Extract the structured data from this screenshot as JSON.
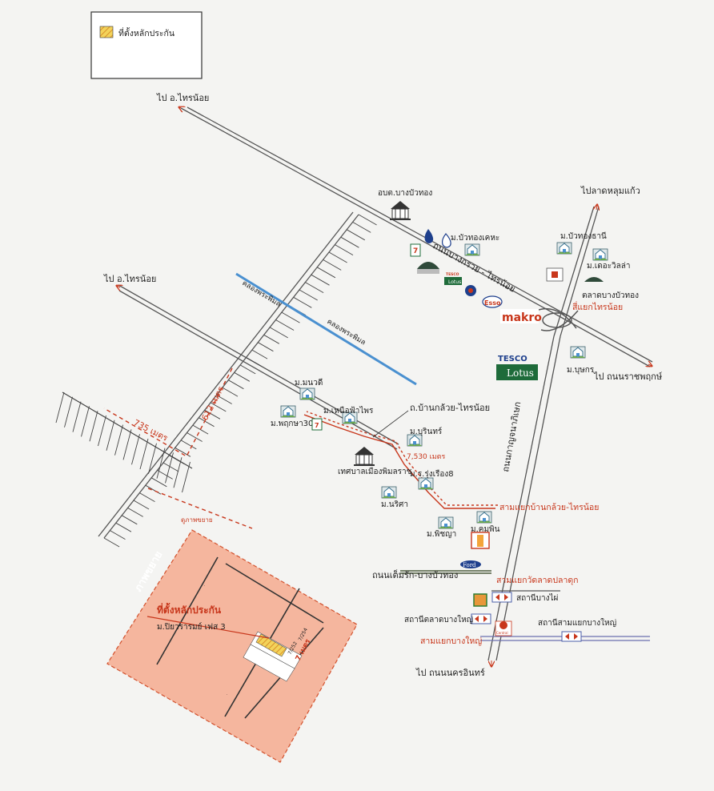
{
  "legend": {
    "label": "ที่ตั้งหลักประกัน",
    "swatch_color": "#e8c64a"
  },
  "colors": {
    "road": "#555555",
    "red_route": "#c8371c",
    "canal": "#4a90d0",
    "inset_fill": "#f5b69e",
    "inset_border": "#d2512d"
  },
  "roads": {
    "to_sainoi_top": "ไป อ.ไทรน้อย",
    "to_sainoi_left": "ไป อ.ไทรน้อย",
    "to_lat_lum_kaeo": "ไปลาดหลุมแก้ว",
    "to_ratchaphruek": "ไป ถนนราชพฤกษ์",
    "to_nakhon_in": "ไป ถนนนครอินทร์",
    "bang_kruai_sainoi_road": "ถนนบางกรวย - ไทรน้อย",
    "kanchanaphisek_road": "ถนนกาญจนาภิเษก",
    "temruk_bangbuathong_road": "ถนนเต็มรัก-บางบัวทอง",
    "ban_kluai_sainoi_lane": "ถ.บ้านกล้วย-ไทรน้อย",
    "canal_label_1": "คลองพระพิมล",
    "canal_label_2": "คลองพระพิมล"
  },
  "junctions": {
    "sainoi": "สี่แยกไทรน้อย",
    "ban_kluai": "สามแยกบ้านกล้วย-ไทรน้อย",
    "wat_lat_pla_duk": "สามแยกวัดลาดปลาดุก",
    "bang_yai": "สามแยกบางใหญ่"
  },
  "places": {
    "obt_bang_bua_thong": "อบต.บางบัวทอง",
    "municipality": "เทศบาลเมืองพิมลราช",
    "bang_bua_thong_market": "ตลาดบางบัวทอง",
    "m_buathong_kheha": "ม.บัวทองเคหะ",
    "m_buathong_thani": "ม.บัวทองธานี",
    "m_the_villa": "ม.เดอะวิลล่า",
    "m_bua_korn": "ม.บุษกร",
    "m_manawadee": "ม.มนวดี",
    "m_pruksa_30": "ม.พฤกษา30",
    "m_nuanfah_phrai": "ม.เหนือฟ้าไพร",
    "m_boorinthorn": "ม.บุรินทร์",
    "m_rungrueang_8": "ม.ร.รุ่งเรือง8",
    "m_narisa": "ม.นริศา",
    "m_phichaya": "ม.พิชญา",
    "m_kumpawin": "ม.คุมพิน",
    "station_bang_phai": "สถานีบางไผ่",
    "station_talat_bang_yai": "สถานีตลาดบางใหญ่",
    "station_sam_yaek_bang_yai": "สถานีสามแยกบางใหญ่"
  },
  "brands": {
    "makro": "makro",
    "tesco_1": "TESCO",
    "lotus_1": "Lotus",
    "tesco_small": "TESCO",
    "lotus_small": "Lotus",
    "esso": "Esso",
    "ford": "Ford",
    "central": "Central"
  },
  "distances": {
    "d_612": "612 เมตร",
    "d_735": "735 เมตร",
    "d_7530": "7,530 เมตร",
    "d_inset": "7 เมตร"
  },
  "inset": {
    "title": "ภาพขยาย",
    "pin_label": "ที่ตั้งหลักประกัน",
    "village_label": "ม.ปิยวรารมย์ เฟส 3",
    "plot_label_1": "7/254",
    "plot_label_2": "7/252",
    "side_caption": "ดูภาพขยาย"
  }
}
